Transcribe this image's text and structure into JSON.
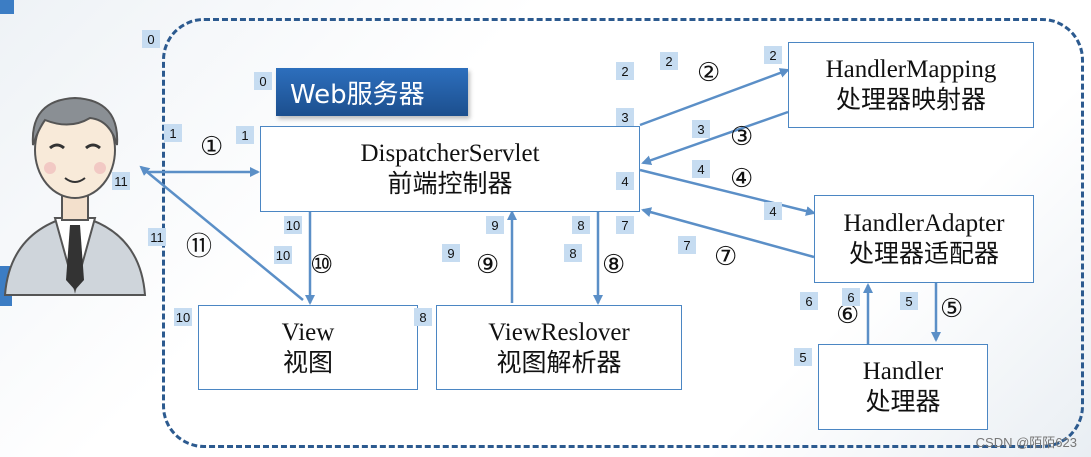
{
  "web_server_label": "Web服务器",
  "boxes": {
    "dispatcher": {
      "en": "DispatcherServlet",
      "zh": "前端控制器"
    },
    "mapping": {
      "en": "HandlerMapping",
      "zh": "处理器映射器"
    },
    "adapter": {
      "en": "HandlerAdapter",
      "zh": "处理器适配器"
    },
    "handler": {
      "en": "Handler",
      "zh": "处理器"
    },
    "view": {
      "en": "View",
      "zh": "视图"
    },
    "resolver": {
      "en": "ViewReslover",
      "zh": "视图解析器"
    }
  },
  "circled_steps": [
    "①",
    "②",
    "③",
    "④",
    "⑤",
    "⑥",
    "⑦",
    "⑧",
    "⑨",
    "⑩",
    "⑪"
  ],
  "tags": [
    "0",
    "0",
    "1",
    "1",
    "2",
    "2",
    "2",
    "3",
    "3",
    "4",
    "4",
    "4",
    "5",
    "5",
    "6",
    "6",
    "7",
    "7",
    "8",
    "8",
    "8",
    "9",
    "9",
    "10",
    "10",
    "10",
    "11",
    "11"
  ],
  "watermark": "CSDN @陌陌623",
  "colors": {
    "arrow": "#5b8fc7",
    "frame": "#2c5a8f",
    "box_border": "#4b86c3",
    "web_bg": "#2d6fbd",
    "tag_bg": "#c6dcf1"
  }
}
